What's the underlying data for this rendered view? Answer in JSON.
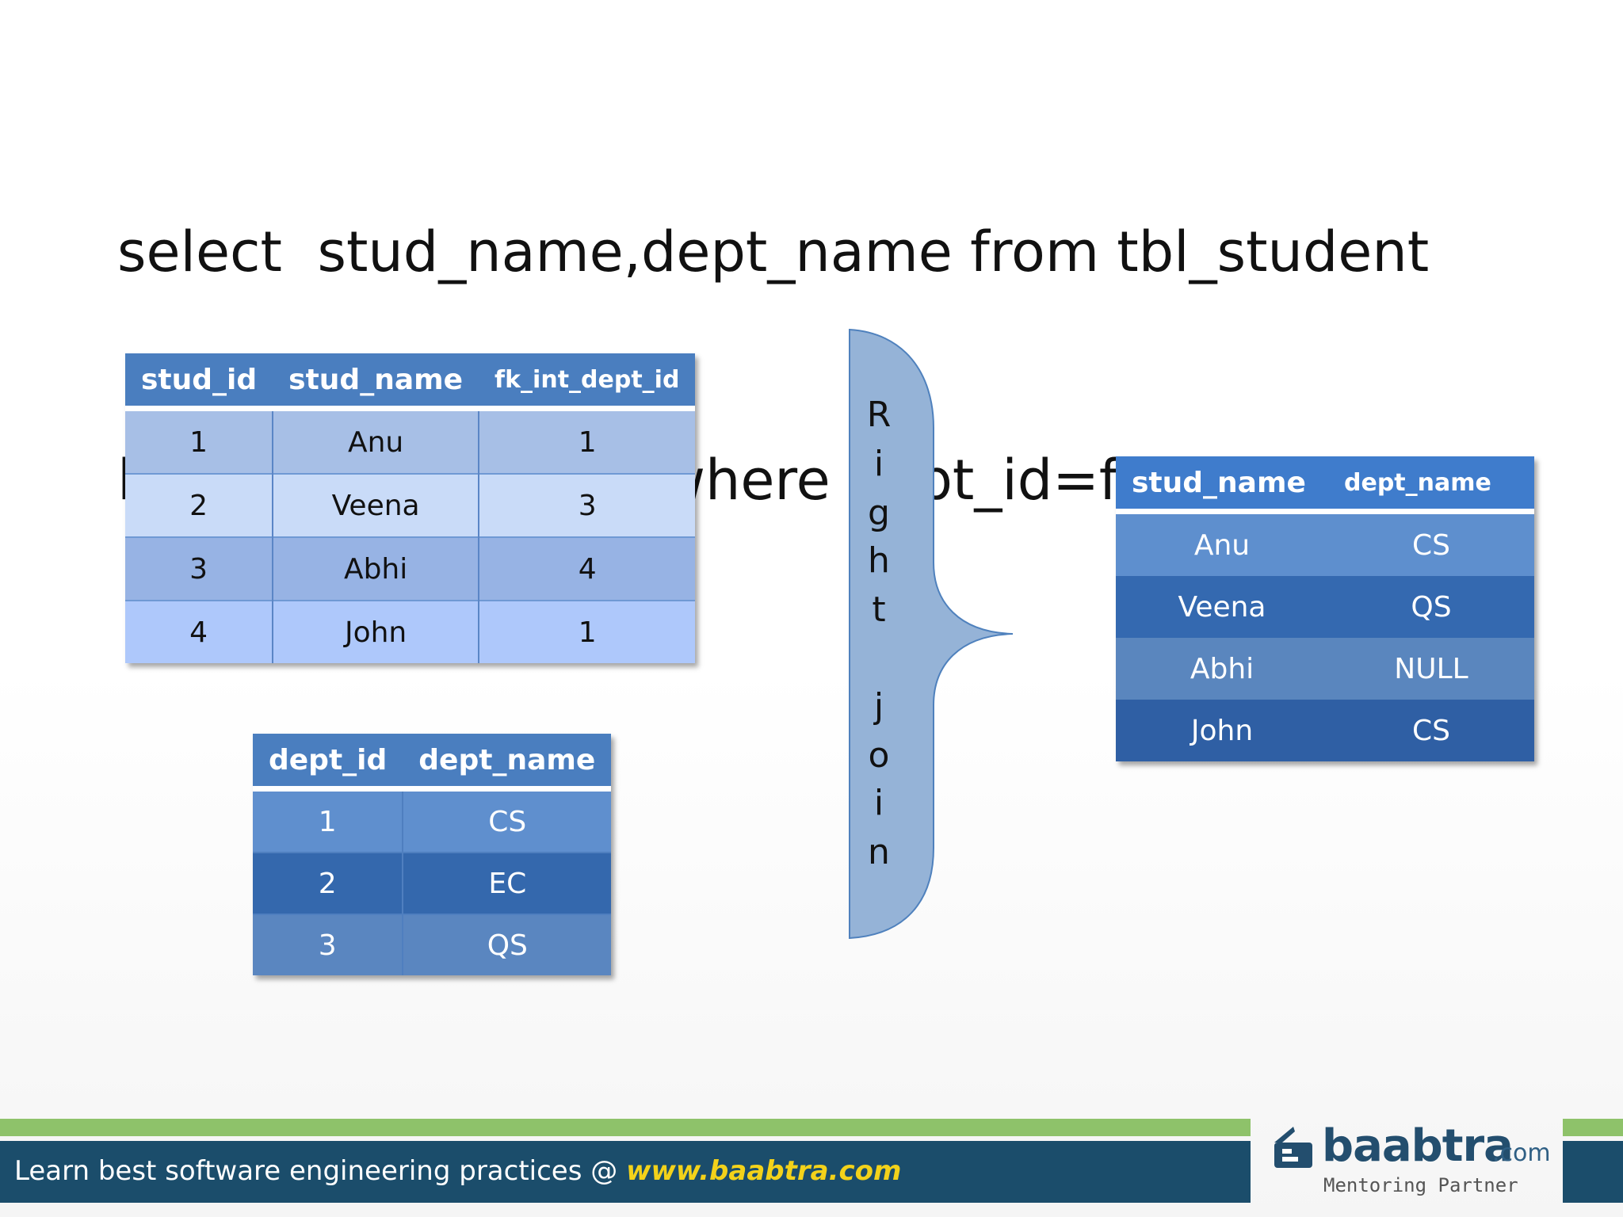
{
  "query": {
    "line1": "select  stud_name,dept_name from tbl_student",
    "line2": "lright  join tbl_dept where dept_id=fk_int_dept_id;"
  },
  "student_table": {
    "headers": [
      "stud_id",
      "stud_name",
      "fk_int_dept_id"
    ],
    "rows": [
      [
        "1",
        "Anu",
        "1"
      ],
      [
        "2",
        "Veena",
        "3"
      ],
      [
        "3",
        "Abhi",
        "4"
      ],
      [
        "4",
        "John",
        "1"
      ]
    ]
  },
  "dept_table": {
    "headers": [
      "dept_id",
      "dept_name"
    ],
    "rows": [
      [
        "1",
        "CS"
      ],
      [
        "2",
        "EC"
      ],
      [
        "3",
        "QS"
      ]
    ]
  },
  "brace": {
    "letters": [
      "R",
      "i",
      "g",
      "h",
      "t",
      "j",
      "o",
      "i",
      "n"
    ],
    "color": "#95b3d7"
  },
  "result_table": {
    "headers": [
      "stud_name",
      "dept_name"
    ],
    "rows": [
      [
        "Anu",
        "CS"
      ],
      [
        "Veena",
        "QS"
      ],
      [
        "Abhi",
        "NULL"
      ],
      [
        "John",
        "CS"
      ]
    ]
  },
  "footer": {
    "text": "Learn best software engineering practices @ ",
    "url": "www.baabtra.com",
    "logo_main": "baabtra",
    "logo_com": ".com",
    "logo_sub": "Mentoring Partner"
  }
}
